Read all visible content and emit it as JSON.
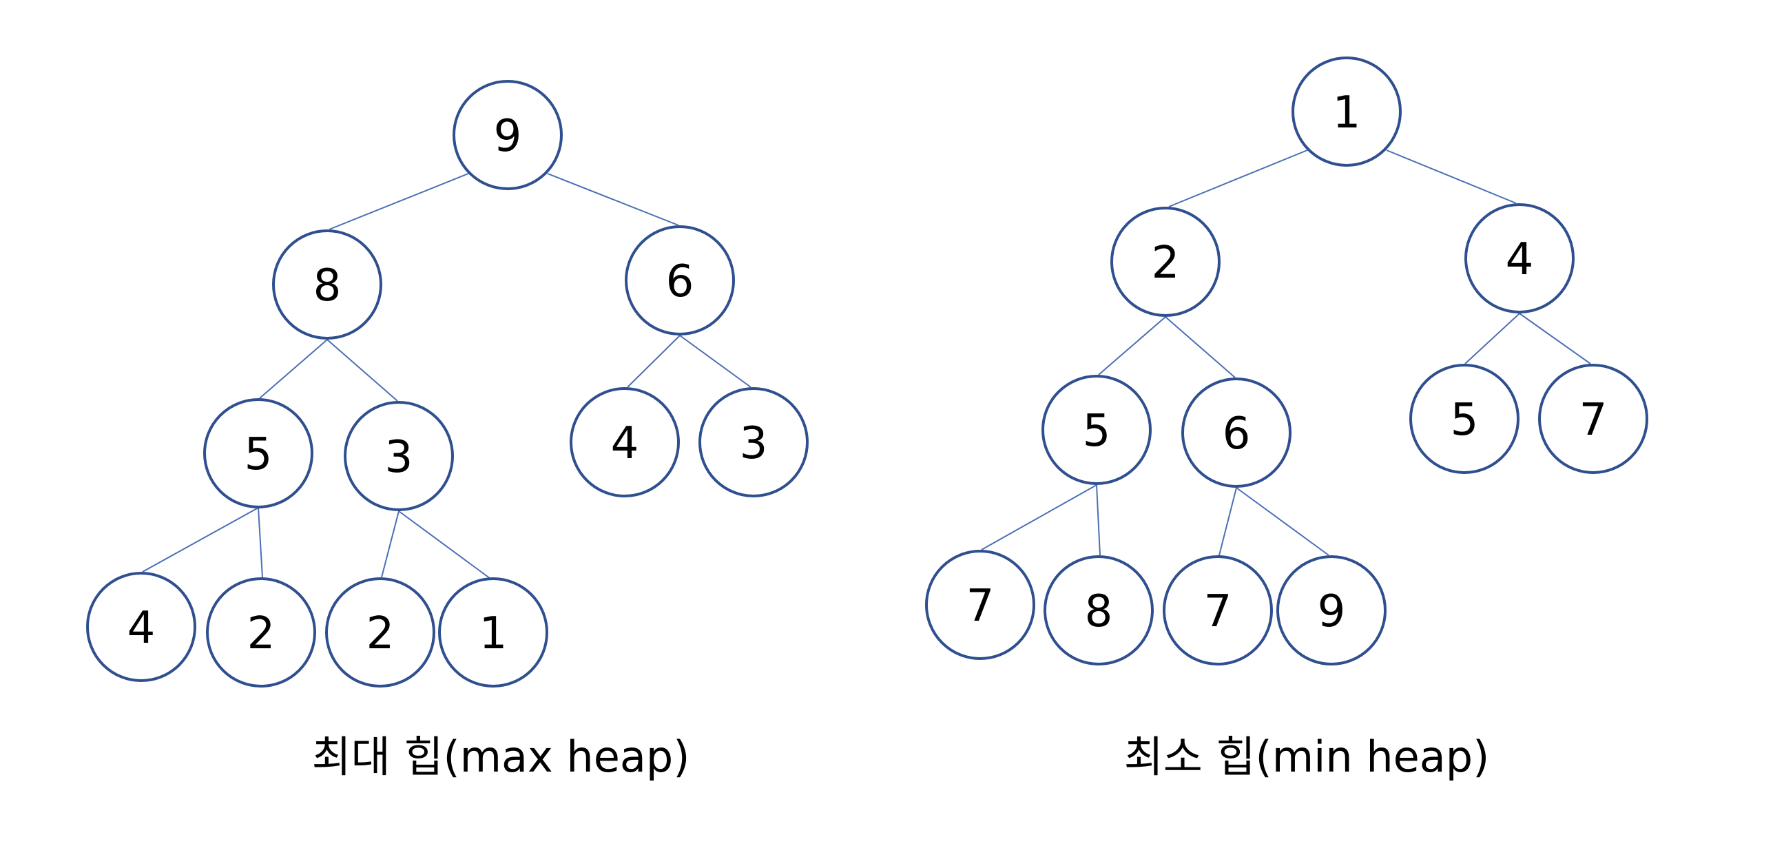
{
  "max_heap": {
    "caption": "최대 힙(max heap)",
    "nodes": [
      "9",
      "8",
      "6",
      "5",
      "3",
      "4",
      "3",
      "4",
      "2",
      "2",
      "1"
    ]
  },
  "min_heap": {
    "caption": "최소 힙(min heap)",
    "nodes": [
      "1",
      "2",
      "4",
      "5",
      "6",
      "5",
      "7",
      "7",
      "8",
      "7",
      "9"
    ]
  },
  "colors": {
    "node_stroke": "#2f4f8f",
    "edge_stroke": "#4a6fb5"
  }
}
